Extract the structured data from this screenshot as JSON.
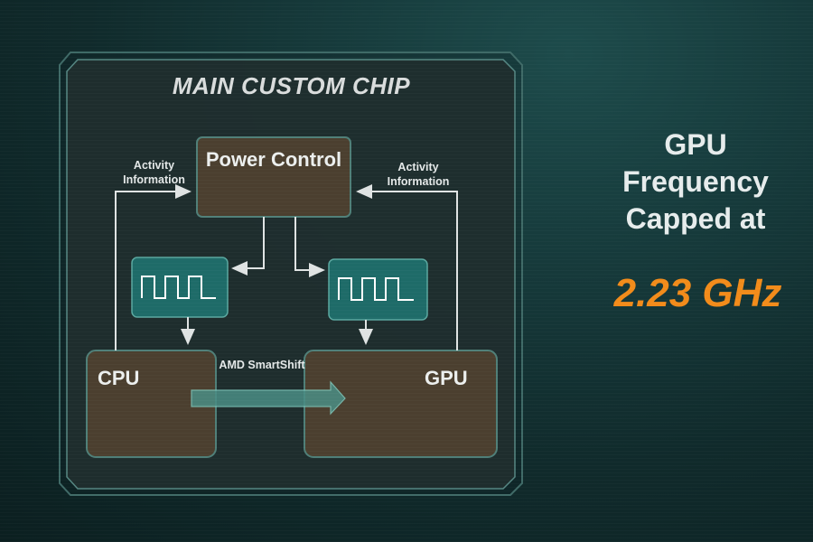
{
  "diagram": {
    "title": "MAIN CUSTOM CHIP",
    "power_control": "Power Control",
    "cpu": "CPU",
    "gpu": "GPU",
    "activity_left": "Activity Information",
    "activity_right": "Activity Information",
    "smartshift": "AMD SmartShift"
  },
  "side_panel": {
    "caption": "GPU Frequency Capped at",
    "frequency": "2.23 GHz"
  },
  "colors": {
    "accent": "#f28b1a",
    "block_fill": "#4b3f2f",
    "clock_fill": "#1e6b68"
  }
}
